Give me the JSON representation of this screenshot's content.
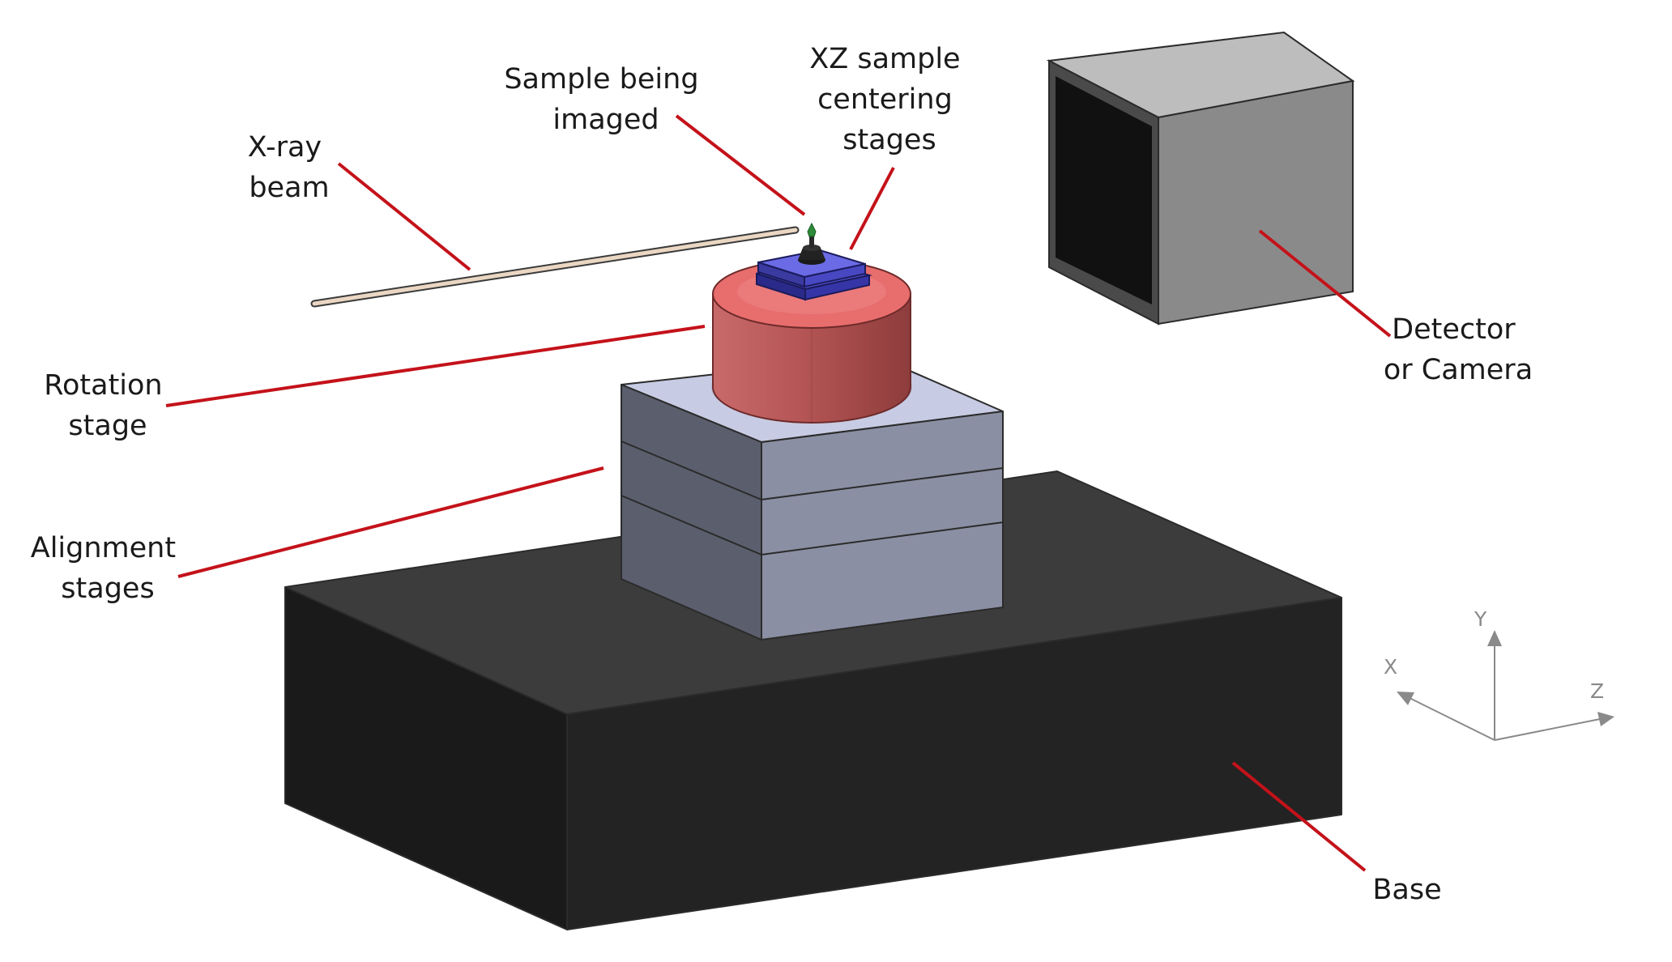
{
  "labels": {
    "sample": [
      "Sample being",
      "imaged"
    ],
    "xz": [
      "XZ sample",
      "centering",
      "stages"
    ],
    "xray": [
      "X-ray",
      "beam"
    ],
    "rotation": [
      "Rotation",
      "stage"
    ],
    "alignment": [
      "Alignment",
      "stages"
    ],
    "detector": [
      "Detector",
      "or Camera"
    ],
    "base": [
      "Base"
    ]
  },
  "axes": {
    "x": "X",
    "y": "Y",
    "z": "Z"
  },
  "colors": {
    "leader": "#c4121a",
    "base_top": "#3c3c3c",
    "base_front": "#232323",
    "base_side": "#1a1a1a",
    "stage_top": "#c7cbe3",
    "stage_front": "#8b8fa3",
    "stage_side": "#5b5e6d",
    "rotation": "#b55555",
    "rotation_top": "#e86d6d",
    "xz_stage": "#4949c8",
    "detector_front": "#8a8a8a",
    "detector_top": "#bdbdbd",
    "detector_face": "#111111"
  }
}
